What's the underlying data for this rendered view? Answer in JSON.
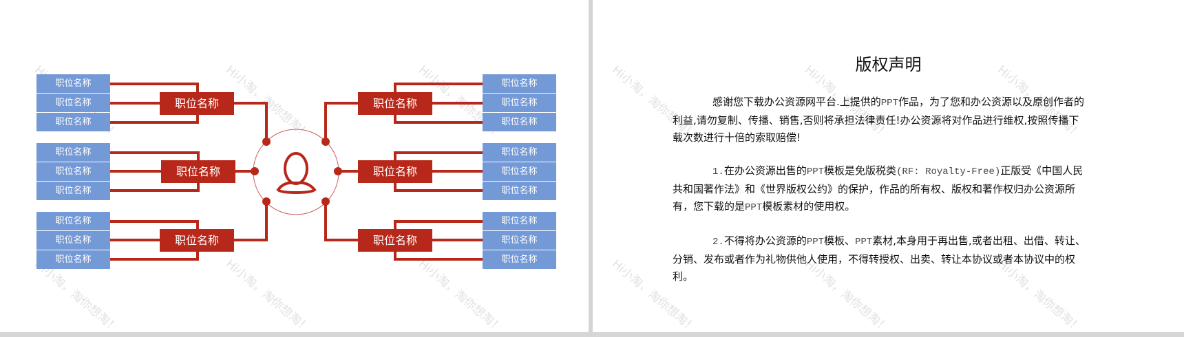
{
  "left_slide": {
    "center_icon": "person-icon",
    "accent_red": "#b8281a",
    "accent_blue": "#7399d6",
    "left_groups": [
      {
        "manager": "职位名称",
        "members": [
          "职位名称",
          "职位名称",
          "职位名称"
        ]
      },
      {
        "manager": "职位名称",
        "members": [
          "职位名称",
          "职位名称",
          "职位名称"
        ]
      },
      {
        "manager": "职位名称",
        "members": [
          "职位名称",
          "职位名称",
          "职位名称"
        ]
      }
    ],
    "right_groups": [
      {
        "manager": "职位名称",
        "members": [
          "职位名称",
          "职位名称",
          "职位名称"
        ]
      },
      {
        "manager": "职位名称",
        "members": [
          "职位名称",
          "职位名称",
          "职位名称"
        ]
      },
      {
        "manager": "职位名称",
        "members": [
          "职位名称",
          "职位名称",
          "职位名称"
        ]
      }
    ]
  },
  "right_slide": {
    "title": "版权声明",
    "p1_a": "感谢您下载办公资源网平台.上提供的",
    "p1_ppt": "PPT",
    "p1_b": "作品，为了您和办公资源以及原创作者的利益,请勿复制、传播、销售,否则将承担法律责任!办公资源将对作品进行维权,按照传播下载次数进行十倍的索取赔偿!",
    "p2_num": "1.",
    "p2_a": "在办公资源出售的",
    "p2_ppt": "PPT",
    "p2_b": "模板是免版税类",
    "p2_rf": "(RF: Royalty-Free)",
    "p2_c": "正版受《中国人民共和国著作法》和《世界版权公约》的保护，作品的所有权、版权和著作权归办公资源所有，您下载的是",
    "p2_ppt2": "PPT",
    "p2_d": "模板素材的使用权。",
    "p3_num": "2.",
    "p3_a": "不得将办公资源的",
    "p3_ppt": "PPT",
    "p3_b": "模板、",
    "p3_ppt2": "PPT",
    "p3_c": "素材,本身用于再出售,或者出租、出借、转让、分销、发布或者作为礼物供他人使用，不得转授权、出卖、转让本协议或者本协议中的权利。"
  },
  "watermark": "Hi小淘，淘你想淘！"
}
